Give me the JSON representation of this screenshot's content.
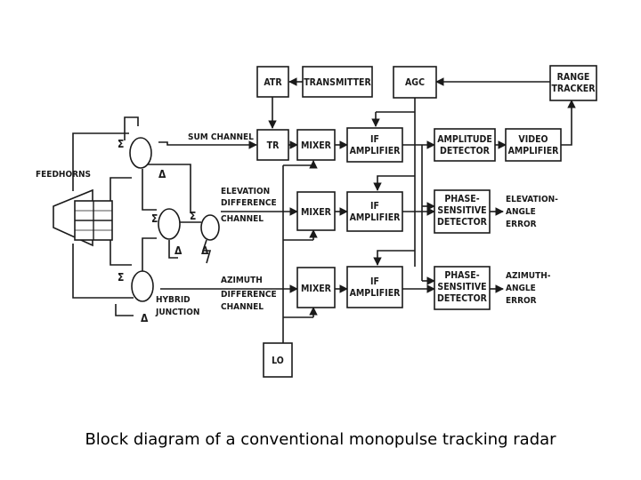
{
  "caption": "Block diagram of a conventional monopulse tracking radar",
  "blocks": {
    "atr": [
      "ATR"
    ],
    "transmitter": [
      "TRANSMITTER"
    ],
    "agc": [
      "AGC"
    ],
    "range_tracker": [
      "RANGE",
      "TRACKER"
    ],
    "tr": [
      "TR"
    ],
    "mixer_sum": [
      "MIXER"
    ],
    "if_sum": [
      "IF",
      "AMPLIFIER"
    ],
    "amp_detector": [
      "AMPLITUDE",
      "DETECTOR"
    ],
    "video_amp": [
      "VIDEO",
      "AMPLIFIER"
    ],
    "mixer_el": [
      "MIXER"
    ],
    "if_el": [
      "IF",
      "AMPLIFIER"
    ],
    "psd_el": [
      "PHASE-",
      "SENSITIVE",
      "DETECTOR"
    ],
    "mixer_az": [
      "MIXER"
    ],
    "if_az": [
      "IF",
      "AMPLIFIER"
    ],
    "psd_az": [
      "PHASE-",
      "SENSITIVE",
      "DETECTOR"
    ],
    "lo": [
      "LO"
    ]
  },
  "labels": {
    "feedhorns": [
      "FEEDHORNS"
    ],
    "sum_channel": [
      "SUM CHANNEL"
    ],
    "elevation_channel": [
      "ELEVATION",
      "DIFFERENCE",
      "CHANNEL"
    ],
    "azimuth_channel": [
      "AZIMUTH",
      "DIFFERENCE",
      "CHANNEL"
    ],
    "elevation_error": [
      "ELEVATION-",
      "ANGLE",
      "ERROR"
    ],
    "azimuth_error": [
      "AZIMUTH-",
      "ANGLE",
      "ERROR"
    ],
    "hybrid_junction": [
      "HYBRID",
      "JUNCTION"
    ]
  },
  "symbols": {
    "sum": "Σ",
    "difference": "Δ"
  }
}
